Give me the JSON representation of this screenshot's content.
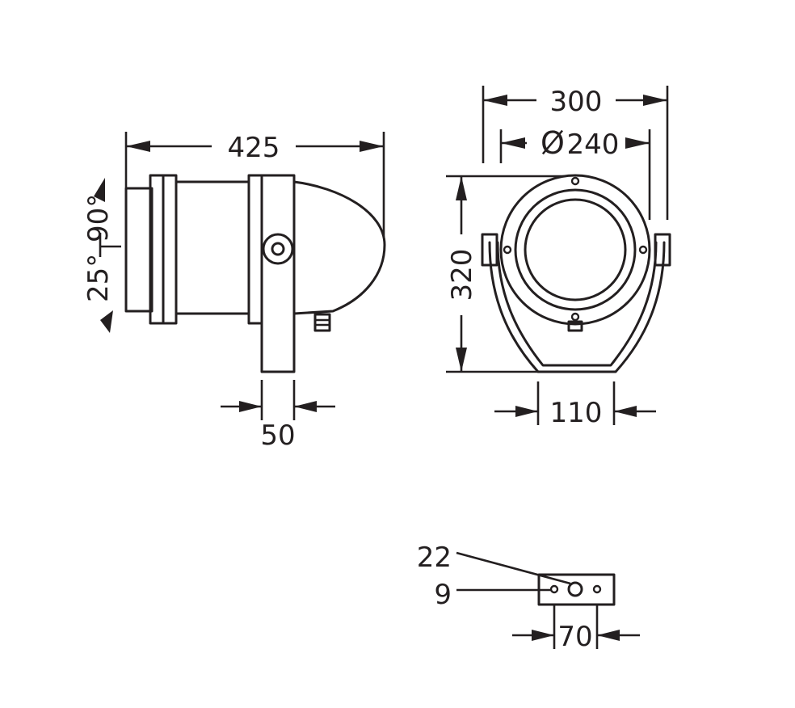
{
  "diagram": {
    "side_view": {
      "length_label": "425",
      "bracket_width_label": "50",
      "tilt_up_label": "90°",
      "tilt_down_label": "25°"
    },
    "front_view": {
      "bracket_width_label": "300",
      "diameter_symbol": "Ø",
      "diameter_label": "240",
      "height_label": "320",
      "base_width_label": "110"
    },
    "mounting_plate": {
      "center_hole_label": "22",
      "side_hole_label": "9",
      "hole_spacing_label": "70"
    },
    "line_color": "#231f20"
  }
}
